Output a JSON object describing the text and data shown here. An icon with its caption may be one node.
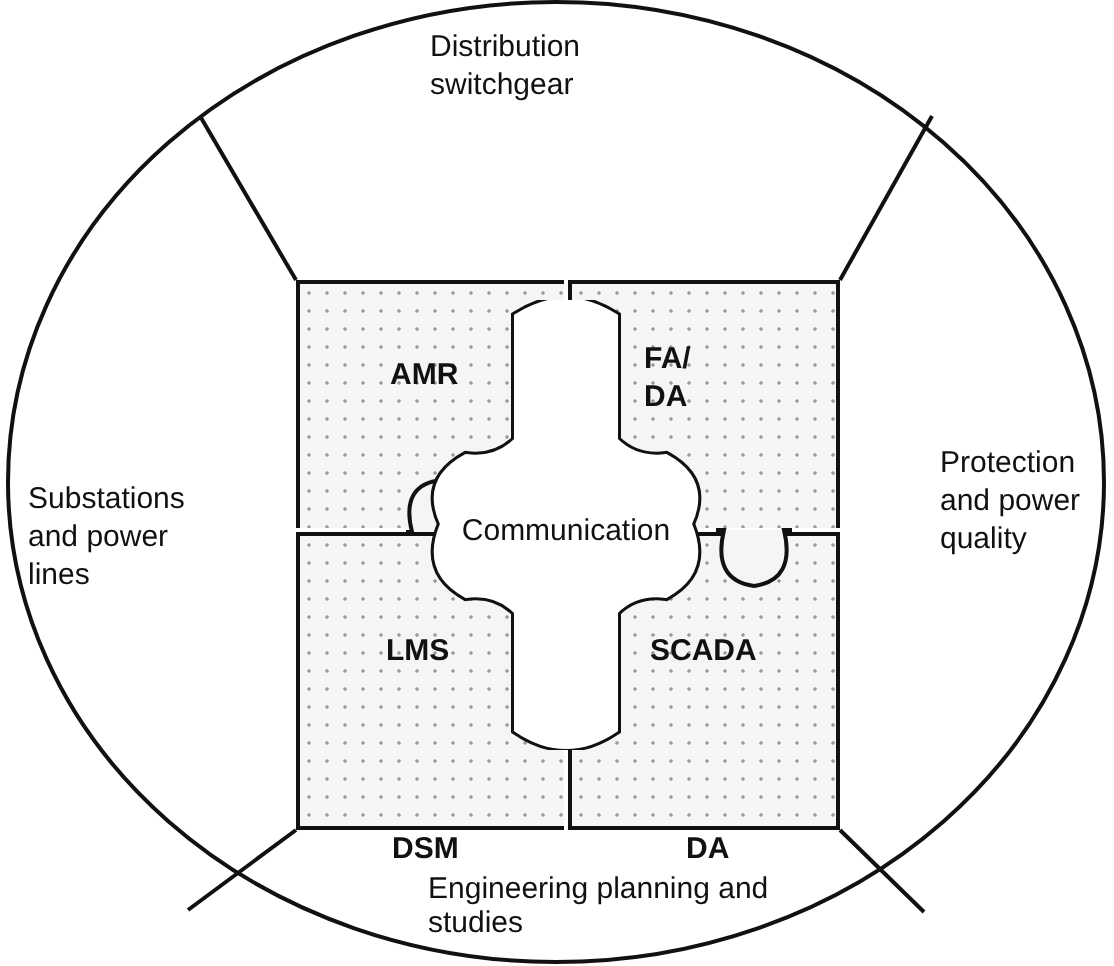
{
  "diagram": {
    "nodes": [
      {
        "text": [
          "Distribution switchgear"
        ]
      },
      {
        "text": [
          "Substations and power lines"
        ]
      },
      {
        "text": [
          "AMR"
        ]
      },
      {
        "text": [
          "FA/ DA"
        ]
      },
      {
        "text": [
          "Protection and power quality"
        ]
      },
      {
        "text": [
          "Communication"
        ]
      },
      {
        "text": [
          "LMS"
        ],
        "beside": [
          "DSM"
        ]
      },
      {
        "text": [
          "SCADA"
        ],
        "beside": [
          "DA"
        ]
      },
      {
        "text": [
          "Engineering planning and studies"
        ]
      }
    ],
    "edges": []
  }
}
